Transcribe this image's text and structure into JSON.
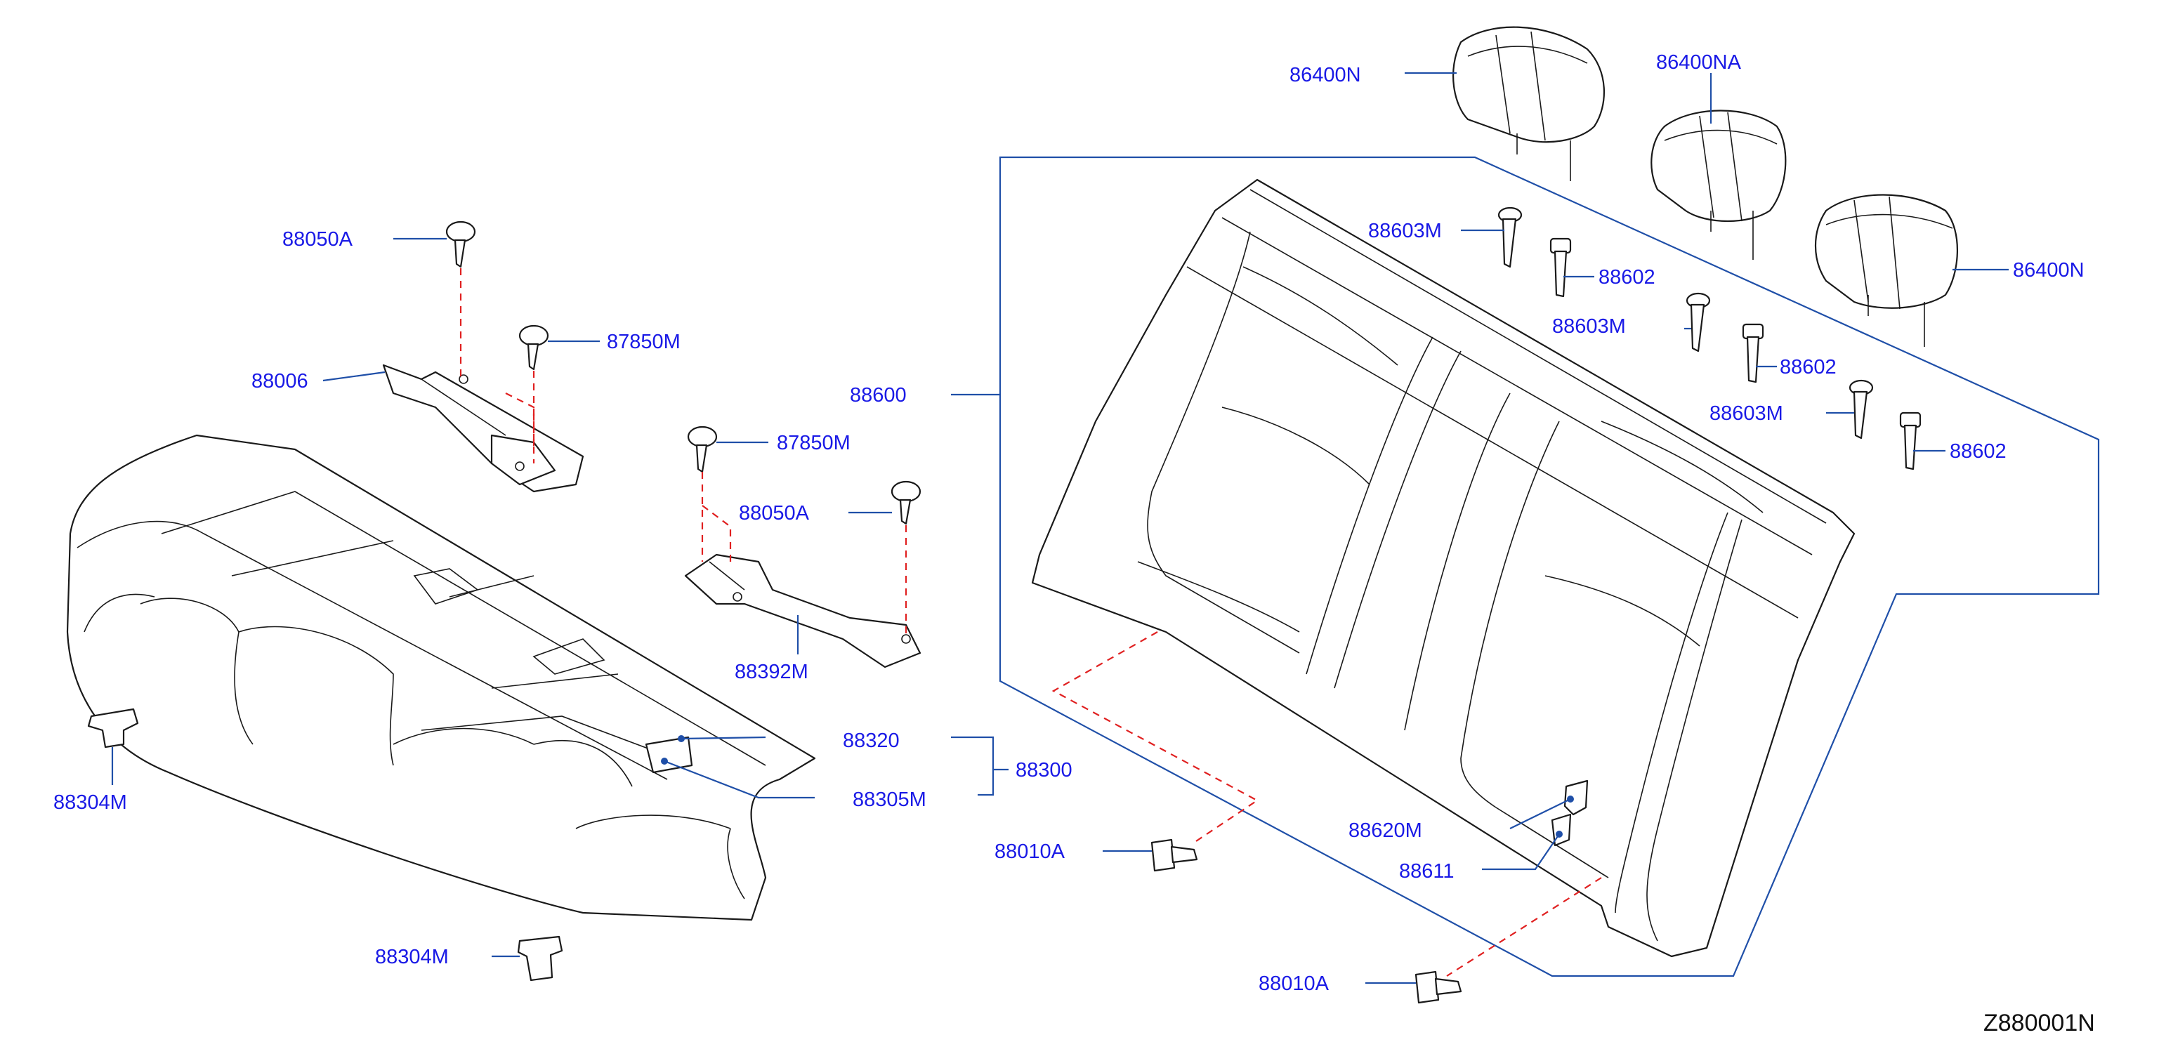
{
  "diagram_code": "Z880001N",
  "labels": {
    "hr_left": "86400N",
    "hr_center": "86400NA",
    "hr_right": "86400N",
    "clip_603_a": "88603M",
    "clip_602_a": "88602",
    "clip_603_b": "88603M",
    "clip_602_b": "88602",
    "clip_603_c": "88603M",
    "clip_602_c": "88602",
    "back_assy": "88600",
    "screw_top_left": "88050A",
    "screw_87850_a": "87850M",
    "bracket_left": "88006",
    "screw_87850_b": "87850M",
    "screw_88050_b": "88050A",
    "bracket_right": "88392M",
    "cushion_88320": "88320",
    "cushion_assy": "88300",
    "cushion_88305": "88305M",
    "grommet_a": "88304M",
    "grommet_b": "88304M",
    "clip_88010_a": "88010A",
    "clip_88010_b": "88010A",
    "label_88620": "88620M",
    "label_88611": "88611"
  }
}
